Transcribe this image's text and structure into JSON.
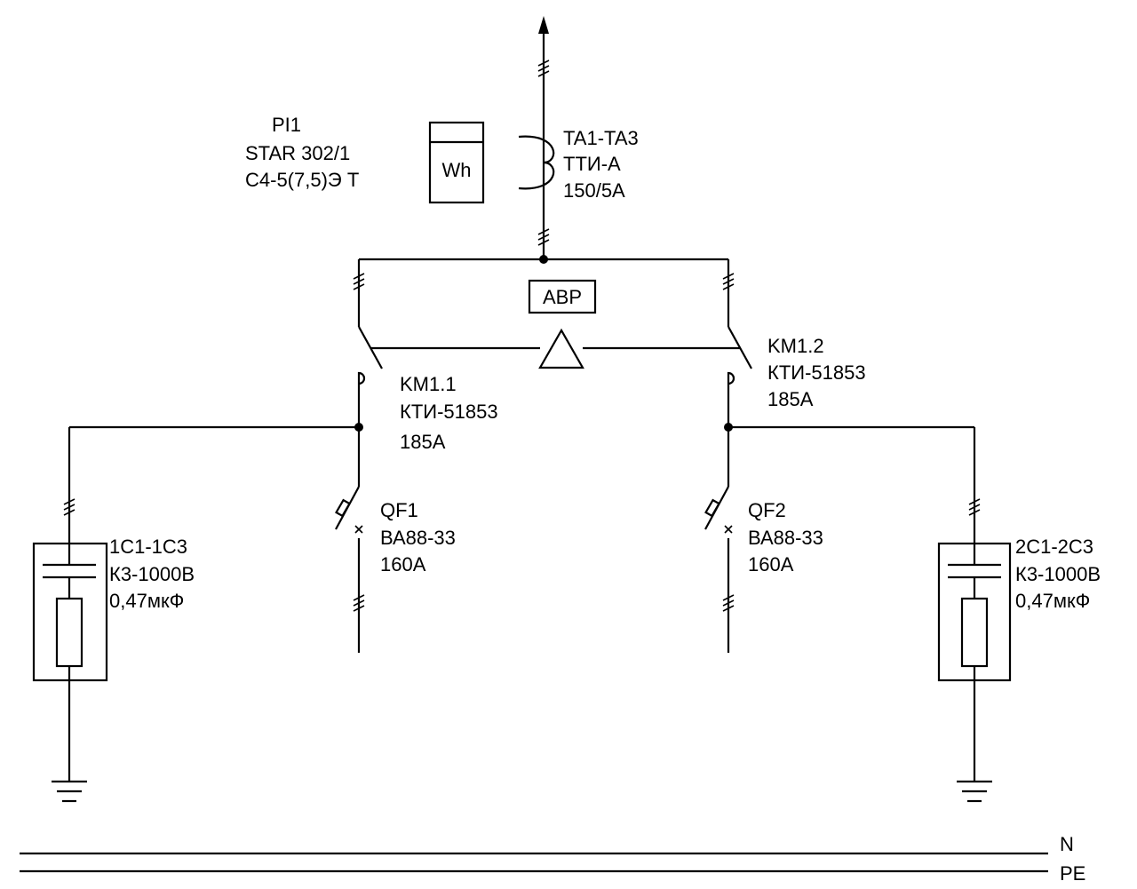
{
  "meter": {
    "designation": "PI1",
    "model": "STAR 302/1",
    "spec": "C4-5(7,5)Э Т",
    "symbol": "Wh"
  },
  "current_transformer": {
    "designation": "TA1-TA3",
    "model": "ТТИ-А",
    "ratio": "150/5А"
  },
  "ats": {
    "label": "АВР"
  },
  "contactor_left": {
    "designation": "KM1.1",
    "model": "КТИ-51853",
    "rating": "185А"
  },
  "contactor_right": {
    "designation": "KM1.2",
    "model": "КТИ-51853",
    "rating": "185А"
  },
  "breaker_left": {
    "designation": "QF1",
    "model": "ВА88-33",
    "rating": "160А"
  },
  "breaker_right": {
    "designation": "QF2",
    "model": "ВА88-33",
    "rating": "160А"
  },
  "capacitor_left": {
    "designation": "1С1-1С3",
    "model": "К3-1000В",
    "value": "0,47мкФ"
  },
  "capacitor_right": {
    "designation": "2С1-2С3",
    "model": "К3-1000В",
    "value": "0,47мкФ"
  },
  "bus_labels": {
    "neutral": "N",
    "protective": "PE"
  }
}
